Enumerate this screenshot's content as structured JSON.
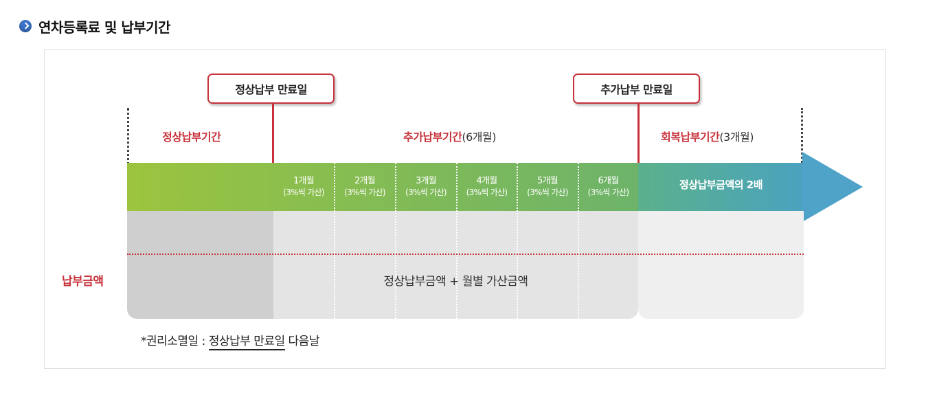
{
  "heading": {
    "title": "연차등록료 및 납부기간",
    "icon": "circle-chevron-right-icon",
    "icon_color": "#3b73c8"
  },
  "callouts": {
    "normal_end": "정상납부 만료일",
    "extra_end": "추가납부 만료일"
  },
  "periods": {
    "normal": {
      "label": "정상납부기간"
    },
    "extra": {
      "label": "추가납부기간",
      "paren": "(6개월)"
    },
    "recovery": {
      "label": "회복납부기간",
      "paren": "(3개월)"
    }
  },
  "months": [
    {
      "month": "1개월",
      "rate": "(3%씩 가산)"
    },
    {
      "month": "2개월",
      "rate": "(3%씩 가산)"
    },
    {
      "month": "3개월",
      "rate": "(3%씩 가산)"
    },
    {
      "month": "4개월",
      "rate": "(3%씩 가산)"
    },
    {
      "month": "5개월",
      "rate": "(3%씩 가산)"
    },
    {
      "month": "6개월",
      "rate": "(3%씩 가산)"
    }
  ],
  "recovery_amount": "정상납부금액의 2배",
  "payment": {
    "label": "납부금액",
    "extra_text": "정상납부금액 + 월별 가산금액"
  },
  "note": {
    "prefix": "*권리소멸일 : ",
    "underlined": "정상납부 만료일",
    "suffix": " 다음날"
  },
  "colors": {
    "accent_red": "#c7323a",
    "green": "#8cbf4c",
    "teal": "#4fa3c9"
  }
}
